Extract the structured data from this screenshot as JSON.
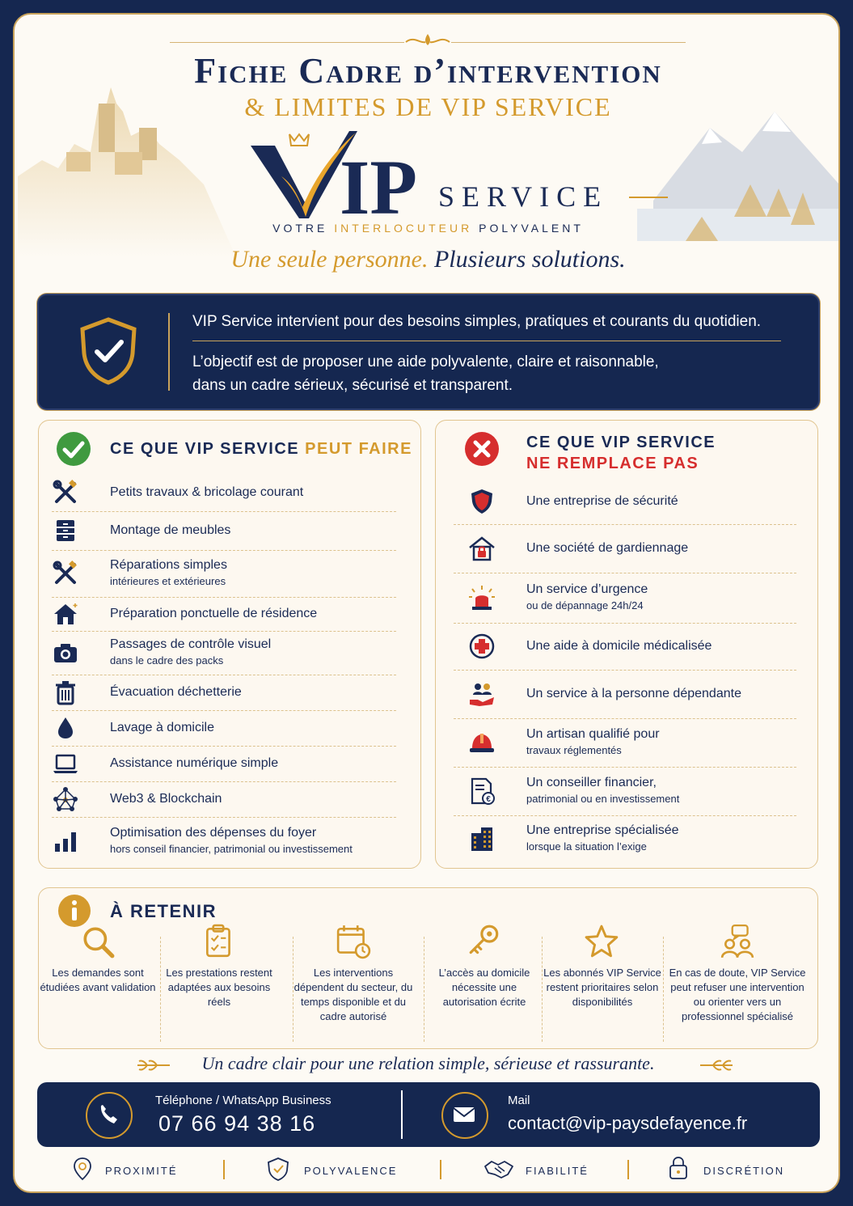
{
  "header": {
    "title": "Fiche Cadre d’intervention",
    "subtitle": "& LIMITES DE VIP SERVICE",
    "logo_vip": "VIP",
    "logo_service": "SERVICE",
    "tagline_start": "VOTRE ",
    "tagline_accent": "INTERLOCUTEUR",
    "tagline_end": " POLYVALENT",
    "motto_a": "Une seule personne.",
    "motto_b": "Plusieurs solutions."
  },
  "intro": {
    "line1": "VIP Service intervient pour des besoins simples, pratiques et courants du quotidien.",
    "line2": "L’objectif est de proposer une aide polyvalente, claire et raisonnable,",
    "line3": "dans un cadre sérieux, sécurisé et transparent."
  },
  "can_do": {
    "title": "CE QUE VIP SERVICE ",
    "title_accent": "PEUT FAIRE",
    "items": [
      {
        "icon": "tools-icon",
        "label": "Petits travaux & bricolage courant",
        "sub": ""
      },
      {
        "icon": "furniture-icon",
        "label": "Montage de meubles",
        "sub": ""
      },
      {
        "icon": "tools-icon",
        "label": "Réparations simples",
        "sub": "intérieures et extérieures"
      },
      {
        "icon": "house-icon",
        "label": "Préparation ponctuelle de résidence",
        "sub": ""
      },
      {
        "icon": "camera-icon",
        "label": "Passages de contrôle visuel",
        "sub": "dans le cadre des packs"
      },
      {
        "icon": "trash-icon",
        "label": "Évacuation déchetterie",
        "sub": ""
      },
      {
        "icon": "drop-icon",
        "label": "Lavage à domicile",
        "sub": ""
      },
      {
        "icon": "laptop-icon",
        "label": "Assistance numérique simple",
        "sub": ""
      },
      {
        "icon": "network-icon",
        "label": "Web3 & Blockchain",
        "sub": ""
      },
      {
        "icon": "chart-icon",
        "label": "Optimisation des dépenses du foyer",
        "sub": "hors conseil financier, patrimonial ou investissement"
      }
    ]
  },
  "cannot_do": {
    "title": "CE QUE VIP SERVICE",
    "title_accent": "NE REMPLACE PAS",
    "items": [
      {
        "icon": "shield-icon",
        "label": "Une entreprise de sécurité",
        "sub": ""
      },
      {
        "icon": "locked-house-icon",
        "label": "Une société de gardiennage",
        "sub": ""
      },
      {
        "icon": "siren-icon",
        "label": "Un service d’urgence",
        "sub": "ou de dépannage 24h/24"
      },
      {
        "icon": "medical-cross-icon",
        "label": "Une aide à domicile médicalisée",
        "sub": ""
      },
      {
        "icon": "care-hand-icon",
        "label": "Un service à la personne dépendante",
        "sub": ""
      },
      {
        "icon": "hard-hat-icon",
        "label": "Un artisan qualifié pour",
        "sub": "travaux réglementés"
      },
      {
        "icon": "finance-document-icon",
        "label": "Un conseiller financier,",
        "sub": "patrimonial ou en investissement"
      },
      {
        "icon": "building-icon",
        "label": "Une entreprise spécialisée",
        "sub": "lorsque la situation l’exige"
      }
    ]
  },
  "retain": {
    "title": "À RETENIR",
    "items": [
      {
        "icon": "magnifier-icon",
        "text": "Les demandes sont étudiées avant validation"
      },
      {
        "icon": "clipboard-icon",
        "text": "Les prestations restent adaptées aux besoins réels"
      },
      {
        "icon": "calendar-clock-icon",
        "text": "Les interventions dépendent du secteur, du temps disponible et du cadre autorisé"
      },
      {
        "icon": "key-icon",
        "text": "L’accès au domicile nécessite une autorisation écrite"
      },
      {
        "icon": "star-icon",
        "text": "Les abonnés VIP Service restent prioritaires selon disponibilités"
      },
      {
        "icon": "people-chat-icon",
        "text": "En cas de doute, VIP Service peut refuser une intervention ou orienter vers un professionnel spécialisé"
      }
    ]
  },
  "closing": "Un cadre clair pour une relation simple, sérieuse et rassurante.",
  "contact": {
    "phone_label": "Téléphone / WhatsApp Business",
    "phone": "07 66 94 38 16",
    "mail_label": "Mail",
    "mail": "contact@vip-paysdefayence.fr"
  },
  "footer": [
    "PROXIMITÉ",
    "POLYVALENCE",
    "FIABILITÉ",
    "DISCRÉTION"
  ],
  "colors": {
    "navy": "#152750",
    "gold": "#d49a2d",
    "red": "#d62e2e",
    "green": "#3f9a3f"
  }
}
